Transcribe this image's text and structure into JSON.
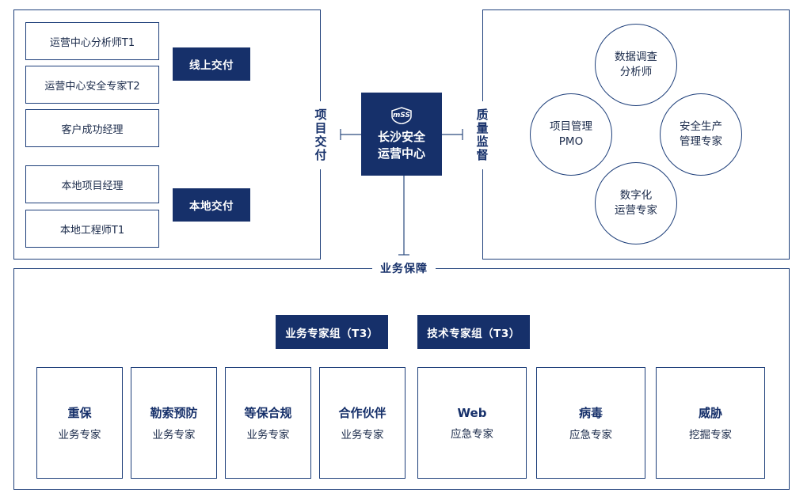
{
  "colors": {
    "navy": "#16306a",
    "border": "#1e3f7a",
    "line": "#2a4a7e"
  },
  "delivery": {
    "label": "项目交付",
    "online": {
      "label": "线上交付",
      "roles": [
        "运营中心分析师T1",
        "运营中心安全专家T2",
        "客户成功经理"
      ]
    },
    "local": {
      "label": "本地交付",
      "roles": [
        "本地项目经理",
        "本地工程师T1"
      ]
    }
  },
  "center": {
    "logo_text": "mSS",
    "line1": "长沙安全",
    "line2": "运营中心"
  },
  "quality": {
    "label": "质量监督",
    "roles": [
      {
        "line1": "数据调查",
        "line2": "分析师"
      },
      {
        "line1": "项目管理",
        "line2": "PMO"
      },
      {
        "line1": "安全生产",
        "line2": "管理专家"
      },
      {
        "line1": "数字化",
        "line2": "运营专家"
      }
    ]
  },
  "support": {
    "label": "业务保障",
    "business_group": {
      "label": "业务专家组（T3）",
      "cards": [
        {
          "title": "重保",
          "sub": "业务专家"
        },
        {
          "title": "勒索预防",
          "sub": "业务专家"
        },
        {
          "title": "等保合规",
          "sub": "业务专家"
        },
        {
          "title": "合作伙伴",
          "sub": "业务专家"
        }
      ]
    },
    "tech_group": {
      "label": "技术专家组（T3）",
      "cards": [
        {
          "title": "Web",
          "sub": "应急专家"
        },
        {
          "title": "病毒",
          "sub": "应急专家"
        },
        {
          "title": "威胁",
          "sub": "挖掘专家"
        }
      ]
    }
  }
}
